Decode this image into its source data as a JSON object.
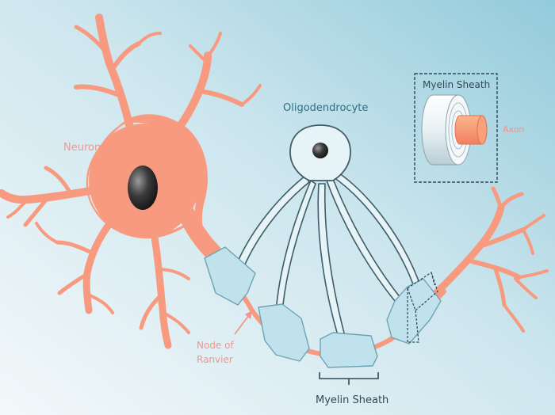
{
  "labels": {
    "neuron": "Neuron",
    "oligodendrocyte": "Oligodendrocyte",
    "myelin_sheath_inset": "Myelin Sheath",
    "axon": "Axon",
    "node_line1": "Node of",
    "node_line2": "Ranvier",
    "myelin_sheath_bottom": "Myelin Sheath"
  },
  "colors": {
    "background_light": "#f3f8fa",
    "background_dark": "#9ccfdd",
    "neuron_fill": "#f79a80",
    "neuron_light": "#fbb996",
    "nucleus": "#2e2e2e",
    "sheath_fill": "#bfe2ec",
    "sheath_stroke": "#6fa3b4",
    "oligo_fill": "#e6f3f7",
    "oligo_stroke": "#3d5d68",
    "pink_label": "#f4948c",
    "teal_label": "#2d6f86",
    "dark_label": "#2f4a56"
  }
}
